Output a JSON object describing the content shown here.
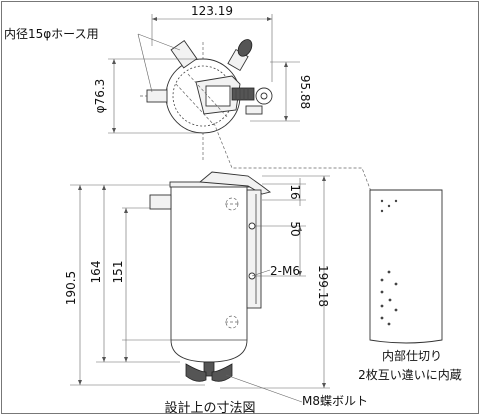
{
  "diagram": {
    "caption": "設計上の寸法図",
    "labels": {
      "hose": "内径15φホース用",
      "partition": "内部仕切り",
      "partition_note": "2枚互い違いに内蔵",
      "wing_bolt": "M8蝶ボルト",
      "mount_bolt": "2-M6"
    },
    "dimensions": {
      "top_width": "123.19",
      "diameter": "φ76.3",
      "depth": "95.88",
      "total_height": "190.5",
      "height_164": "164",
      "height_151": "151",
      "height_199": "199.18",
      "offset_16": "16",
      "pitch_50": "50"
    }
  }
}
